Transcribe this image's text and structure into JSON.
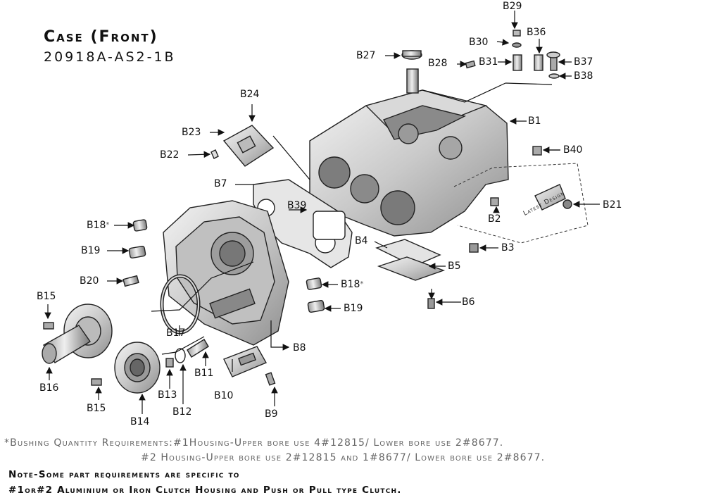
{
  "title": "Case (Front)",
  "subtitle": "20918A-AS2-1B",
  "callouts": {
    "b1": "B1",
    "b2": "B2",
    "b3": "B3",
    "b4": "B4",
    "b5": "B5",
    "b6": "B6",
    "b7": "B7",
    "b8": "B8",
    "b9": "B9",
    "b10": "B10",
    "b11": "B11",
    "b12": "B12",
    "b13": "B13",
    "b14": "B14",
    "b15a": "B15",
    "b15b": "B15",
    "b16": "B16",
    "b17": "B17",
    "b18a": "B18",
    "b18b": "B18",
    "b19a": "B19",
    "b19b": "B19",
    "b20": "B20",
    "b21": "B21",
    "b22": "B22",
    "b23": "B23",
    "b24": "B24",
    "b27": "B27",
    "b28": "B28",
    "b29": "B29",
    "b30": "B30",
    "b31": "B31",
    "b36": "B36",
    "b37": "B37",
    "b38": "B38",
    "b39": "B39",
    "b40": "B40"
  },
  "asterisk": "*",
  "latest_design": "Latest Design",
  "notes": {
    "line1": "Bushing Quantity Requirements:#1Housing-Upper bore use 4#12815/ Lower bore use 2#8677.",
    "line2": "#2 Housing-Upper bore use 2#12815 and 1#8677/ Lower bore use 2#8677.",
    "line3": "Note-Some part requirements are specific to",
    "line4": "#1or#2 Aluminium or Iron Clutch Housing and Push or Pull type Clutch."
  }
}
